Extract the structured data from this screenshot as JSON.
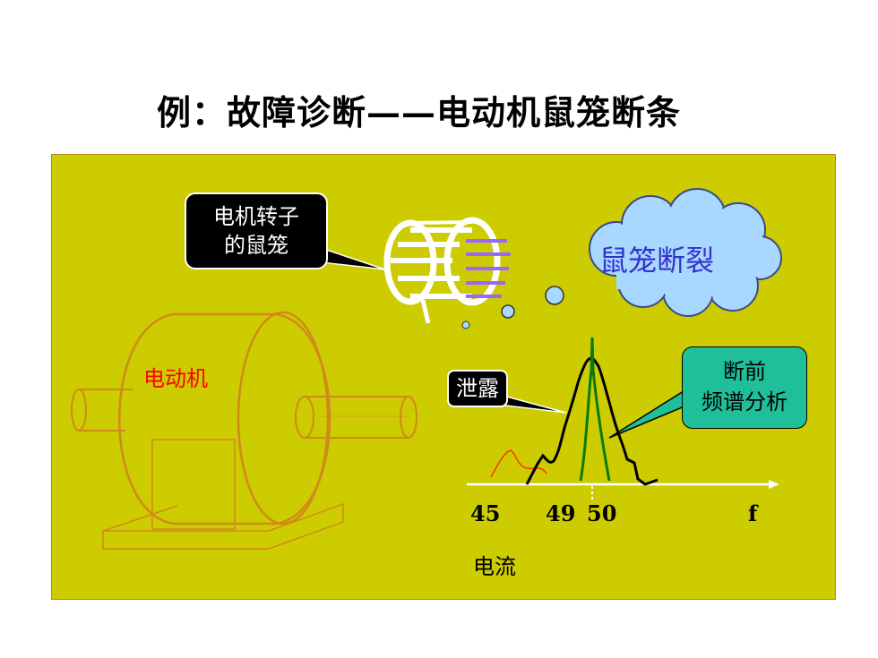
{
  "title": "例：故障诊断——电动机鼠笼断条",
  "callouts": {
    "rotor_line1": "电机转子",
    "rotor_line2": "的鼠笼",
    "leak": "泄露",
    "spectrum_line1": "断前",
    "spectrum_line2": "频谱分析"
  },
  "cloud_text": "鼠笼断裂",
  "motor_label": "电动机",
  "axis": {
    "ticks": [
      "45",
      "49",
      "50",
      "f"
    ],
    "xlabel": "电流"
  },
  "colors": {
    "panel_bg": "#cccc00",
    "motor_stroke": "#d08a1a",
    "cloud_fill": "#a8d8ff",
    "spectrum_callout": "#1fbf9a",
    "bar_marks": "#9966ff"
  }
}
